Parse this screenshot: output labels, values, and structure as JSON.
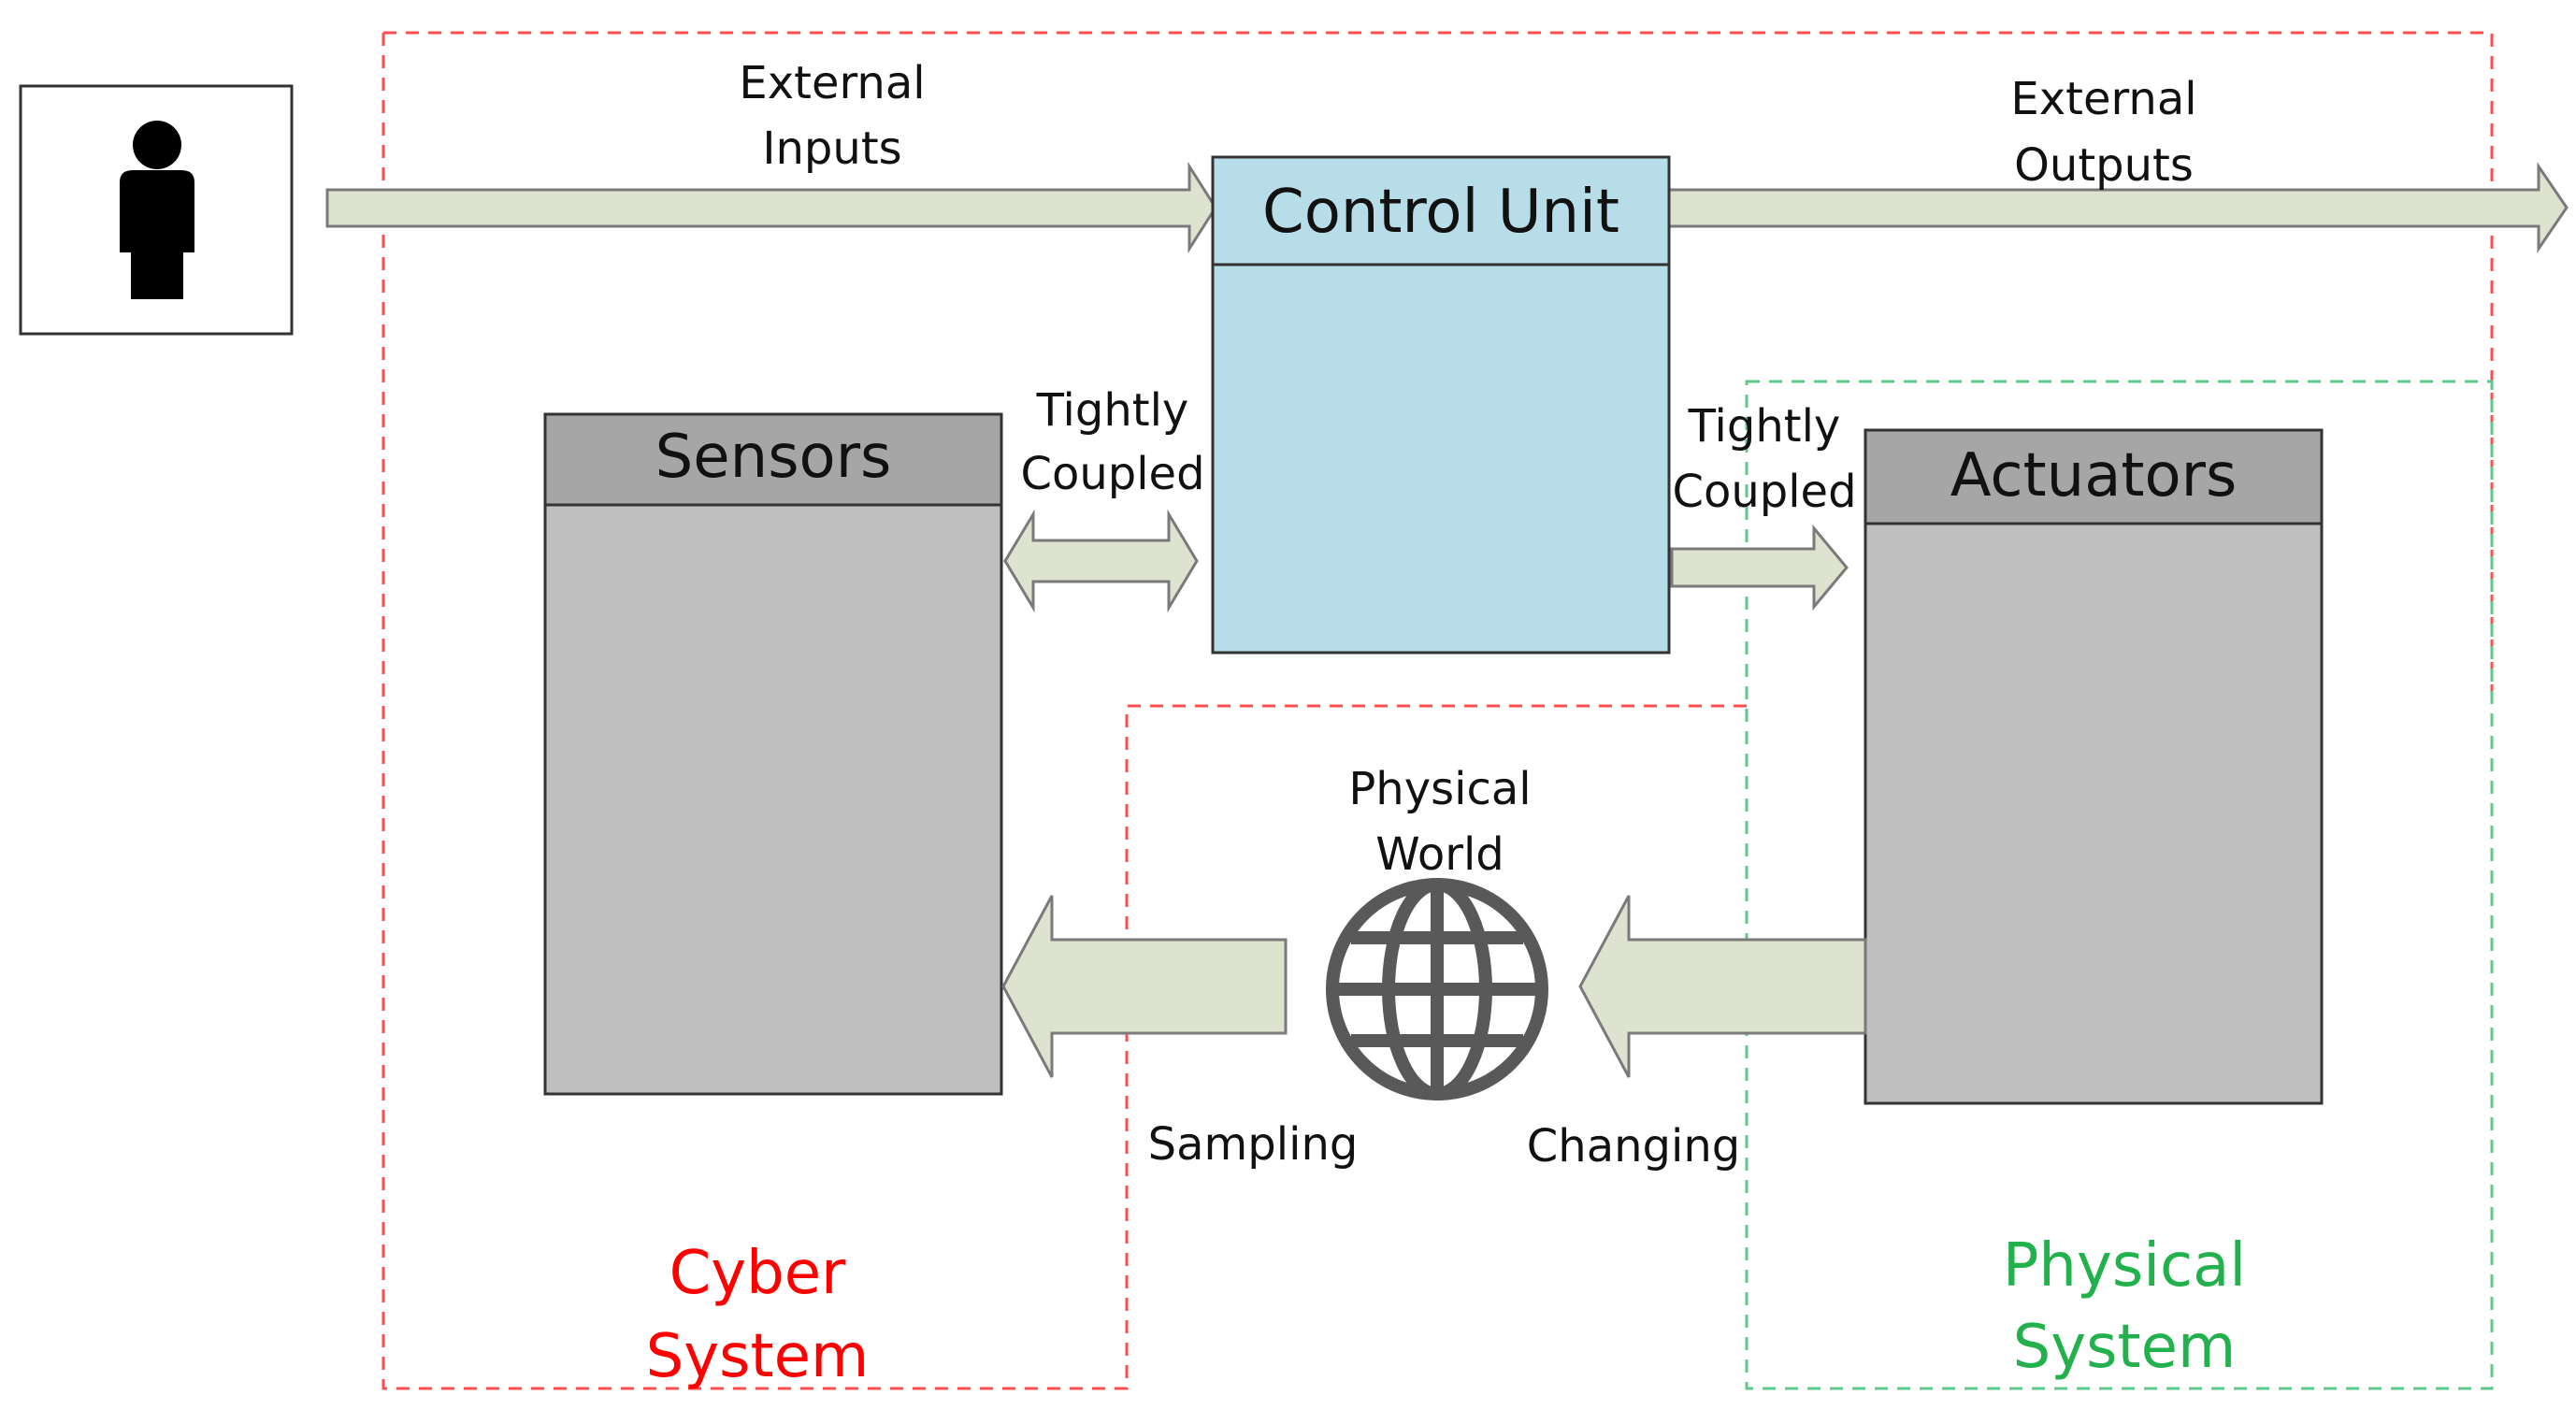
{
  "labels": {
    "external_inputs": [
      "External",
      "Inputs"
    ],
    "external_outputs": [
      "External",
      "Outputs"
    ],
    "control_unit": "Control Unit",
    "sensors": "Sensors",
    "actuators": "Actuators",
    "tightly_coupled_left": [
      "Tightly",
      "Coupled"
    ],
    "tightly_coupled_right": [
      "Tightly",
      "Coupled"
    ],
    "physical_world": [
      "Physical",
      "World"
    ],
    "sampling": "Sampling",
    "changing": "Changing",
    "cyber_system": [
      "Cyber",
      "System"
    ],
    "physical_system": [
      "Physical",
      "System"
    ]
  },
  "icons": {
    "user": "person-icon",
    "world": "globe-icon"
  },
  "colors": {
    "cyber": "#ff0000",
    "physical": "#22b14c",
    "control_unit_fill": "#b7dde8",
    "block_fill": "#bfbfbf",
    "block_header_fill": "#a6a6a6",
    "arrow_fill": "#dde3cf",
    "globe": "#595959"
  }
}
